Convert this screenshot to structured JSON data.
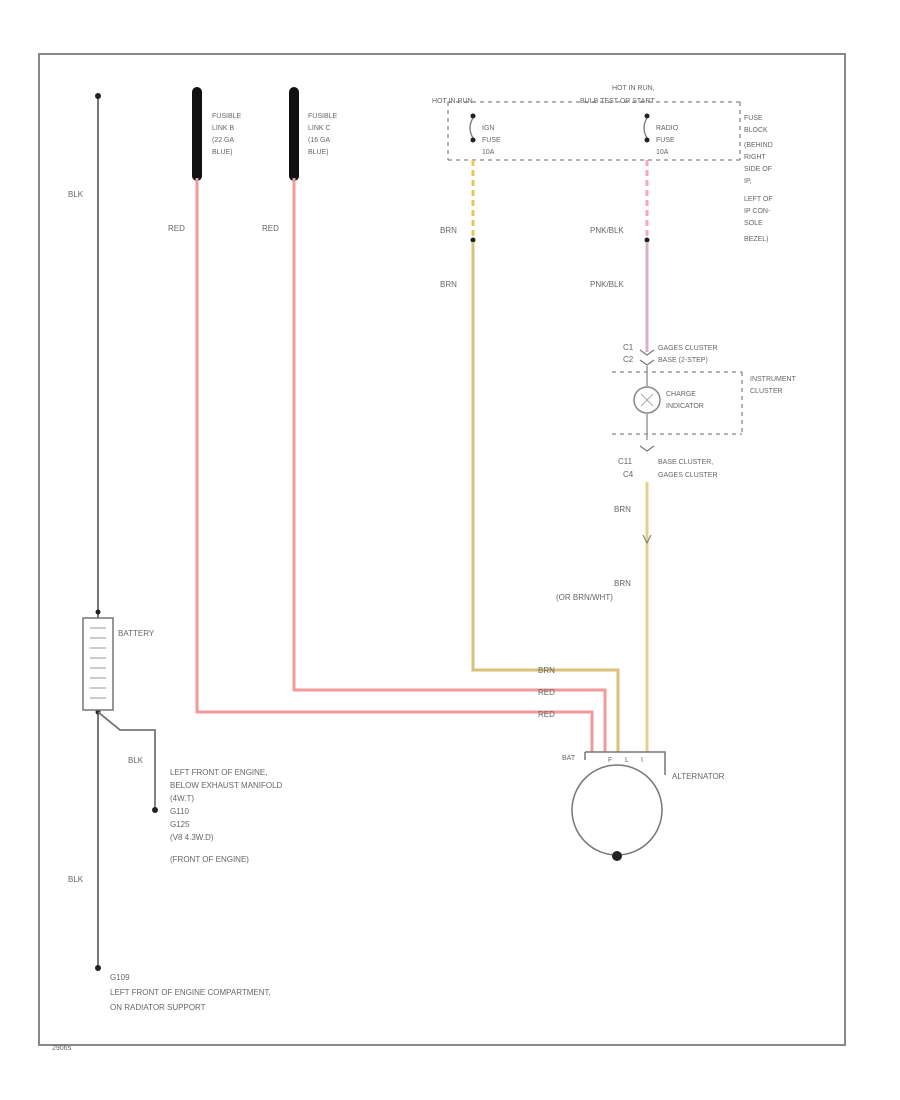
{
  "diagram": {
    "fusible_link_b": [
      "FUSIBLE",
      "LINK B",
      "(22 GA",
      "BLUE)"
    ],
    "fusible_link_c": [
      "FUSIBLE",
      "LINK C",
      "(16 GA",
      "BLUE)"
    ],
    "hot_in_run": "HOT IN RUN",
    "hot_in_run_bulb": [
      "HOT IN RUN,",
      "BULB TEST OR START"
    ],
    "ign_fuse": [
      "IGN",
      "FUSE",
      "10A"
    ],
    "radio_fuse": [
      "RADIO",
      "FUSE",
      "10A"
    ],
    "fuse_block_note": [
      "FUSE",
      "BLOCK",
      "(BEHIND",
      "RIGHT",
      "SIDE OF",
      "IP,",
      "LEFT OF",
      "IP CON-",
      "SOLE",
      "BEZEL)"
    ],
    "wire_blk": "BLK",
    "wire_red": "RED",
    "wire_brn": "BRN",
    "wire_pnk_blk": "PNK/BLK",
    "c1_label": "C1",
    "c2_label": "C2",
    "gages_cluster_c1": "GAGES CLUSTER",
    "base_cluster_c2": "BASE (2-STEP)",
    "charge_indicator": [
      "CHARGE",
      "INDICATOR"
    ],
    "instrument_cluster": [
      "INSTRUMENT",
      "CLUSTER"
    ],
    "c11_label": "C11",
    "c4_label": "C4",
    "base_cluster_c11": "BASE CLUSTER,",
    "gages_cluster_c4": "GAGES CLUSTER",
    "brn_or_brn_wht": [
      "BRN",
      "(OR BRN/WHT)"
    ],
    "battery": "BATTERY",
    "ground_note_1": [
      "LEFT FRONT OF ENGINE,",
      "BELOW EXHAUST MANIFOLD",
      "(4W.T)",
      "G110",
      "G125",
      "(V8 4.3W.D)",
      "(FRONT OF ENGINE)"
    ],
    "alternator": "ALTERNATOR",
    "alt_terms": [
      "BAT",
      "F",
      "L",
      "I"
    ],
    "ground_note_2": [
      "G109",
      "LEFT FRONT OF ENGINE COMPARTMENT,",
      "ON RADIATOR SUPPORT"
    ],
    "page_id": "2906s"
  }
}
